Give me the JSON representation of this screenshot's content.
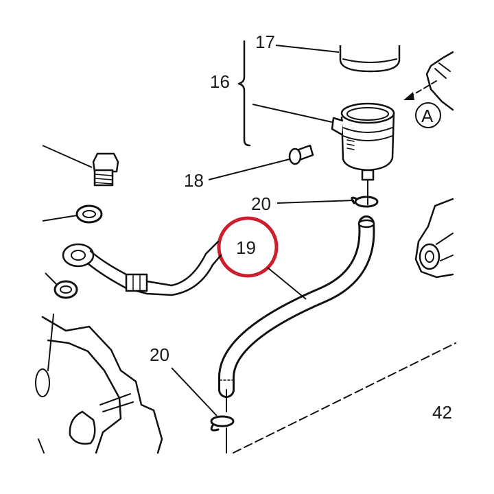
{
  "callouts": {
    "c17": "17",
    "c16": "16",
    "c18": "18",
    "c20_top": "20",
    "c19": "19",
    "c20_bottom": "20",
    "c42": "42",
    "view_a": "A"
  },
  "highlight_color": "#cc1f2d"
}
